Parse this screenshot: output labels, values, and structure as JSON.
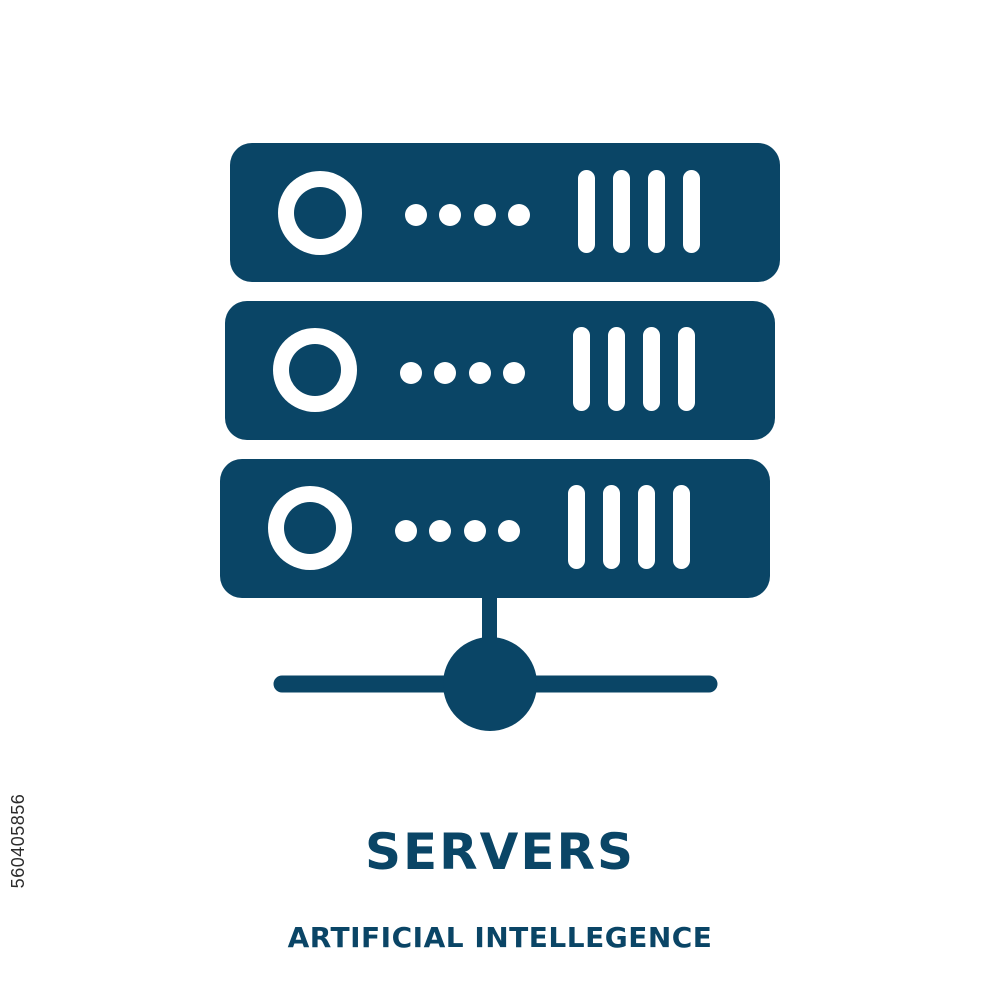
{
  "colors": {
    "icon": "#0a4566",
    "background": "#ffffff",
    "hole": "#ffffff"
  },
  "icon": {
    "name": "servers-network-icon",
    "server_units": 3,
    "indicator_dots_per_unit": 4,
    "vent_slots_per_unit": 4
  },
  "caption": {
    "title": "SERVERS",
    "subtitle": "ARTIFICIAL INTELLEGENCE"
  },
  "stock_id": "560405856"
}
